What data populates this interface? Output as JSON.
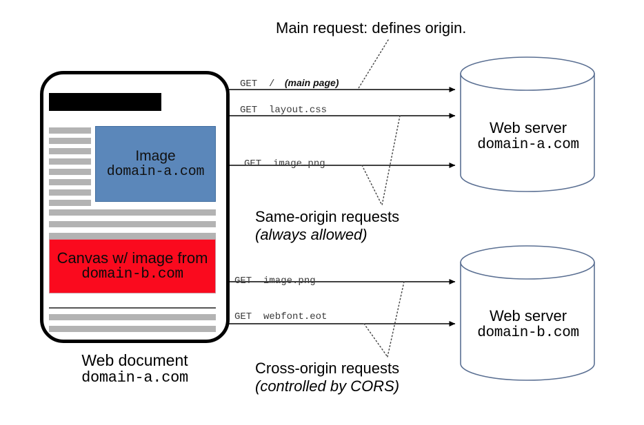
{
  "diagram": {
    "title_annotation": "Main request: defines origin.",
    "same_origin": {
      "line1": "Same-origin requests",
      "line2": "(always allowed)"
    },
    "cross_origin": {
      "line1": "Cross-origin requests",
      "line2": "(controlled by CORS)"
    }
  },
  "document": {
    "image_block": {
      "title": "Image",
      "domain": "domain-a.com"
    },
    "canvas_block": {
      "title": "Canvas w/ image from",
      "domain": "domain-b.com"
    },
    "caption": {
      "title": "Web document",
      "domain": "domain-a.com"
    }
  },
  "requests": [
    {
      "id": "main-page",
      "label": "GET  /",
      "note": "(main page)"
    },
    {
      "id": "layout-css",
      "label": "GET  layout.css",
      "note": ""
    },
    {
      "id": "image-png-a",
      "label": "GET  image.png",
      "note": ""
    },
    {
      "id": "image-png-b",
      "label": "GET  image.png",
      "note": ""
    },
    {
      "id": "webfont-eot",
      "label": "GET  webfont.eot",
      "note": ""
    }
  ],
  "servers": [
    {
      "id": "server-a",
      "title": "Web server",
      "domain": "domain-a.com"
    },
    {
      "id": "server-b",
      "title": "Web server",
      "domain": "domain-b.com"
    }
  ],
  "colors": {
    "image_block": "#5b87ba",
    "canvas_block": "#fa0a1e",
    "text_bar": "#b3b3b3",
    "cylinder_stroke": "#5a6f92",
    "frame": "#000000",
    "background": "#ffffff"
  }
}
